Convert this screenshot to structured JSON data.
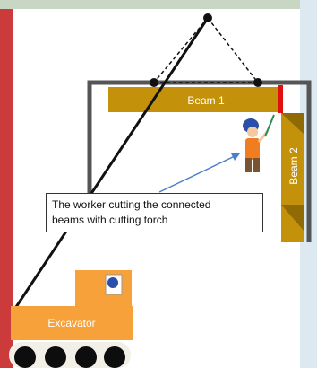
{
  "labels": {
    "beam1": "Beam 1",
    "beam2": "Beam 2",
    "excavator": "Excavator"
  },
  "callout": {
    "line1": "The worker cutting the connected",
    "line2": "beams with cutting torch"
  },
  "colors": {
    "beam": "#c4920a",
    "beam_dark": "#8f6a05",
    "excavator": "#f7a13a",
    "frame": "#555555",
    "cut_mark": "#e01010",
    "cable": "#111111",
    "arrow": "#4a7fc9",
    "track": "#0d0d0d",
    "bg_left": "#cc3b3b",
    "bg_right": "#dce9f0"
  }
}
